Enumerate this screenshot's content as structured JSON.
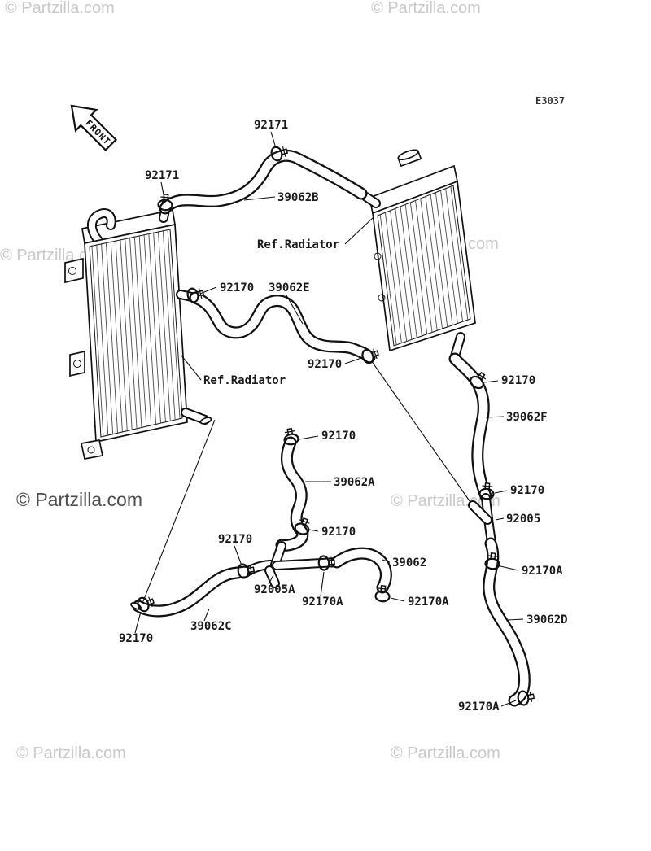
{
  "page": {
    "watermark_text": "© Partzilla.com",
    "diagram_code": "E3037",
    "front_label": "FRONT"
  },
  "labels": [
    {
      "text": "92171"
    },
    {
      "text": "92171"
    },
    {
      "text": "39062B"
    },
    {
      "text": "Ref.Radiator"
    },
    {
      "text": "92170"
    },
    {
      "text": "39062E"
    },
    {
      "text": "92170"
    },
    {
      "text": "92170"
    },
    {
      "text": "Ref.Radiator"
    },
    {
      "text": "39062F"
    },
    {
      "text": "92170"
    },
    {
      "text": "39062A"
    },
    {
      "text": "92170"
    },
    {
      "text": "92005"
    },
    {
      "text": "92170"
    },
    {
      "text": "92170"
    },
    {
      "text": "39062"
    },
    {
      "text": "92170A"
    },
    {
      "text": "92005A"
    },
    {
      "text": "92170A"
    },
    {
      "text": "92170A"
    },
    {
      "text": "39062D"
    },
    {
      "text": "39062C"
    },
    {
      "text": "92170"
    },
    {
      "text": "92170A"
    }
  ]
}
